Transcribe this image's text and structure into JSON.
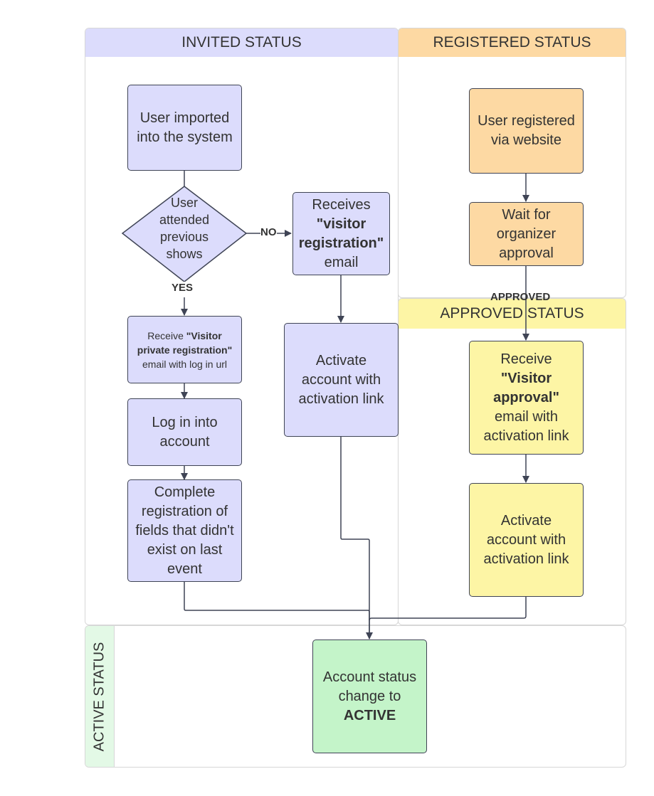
{
  "lanes": {
    "invited": "INVITED STATUS",
    "registered": "REGISTERED STATUS",
    "approved": "APPROVED STATUS",
    "active": "ACTIVE STATUS"
  },
  "nodes": {
    "user_imported": "User imported into the system",
    "attended_decision": "User attended previous shows",
    "receives_prefix": "Receives",
    "receives_bold": "\"visitor registration\"",
    "receives_suffix": "email",
    "private_prefix": "Receive",
    "private_bold": "\"Visitor private registration\"",
    "private_suffix": "email with log in url",
    "activate_invited": "Activate account with activation link",
    "log_in": "Log in into account",
    "complete_registration": "Complete registration of fields that didn't exist on last event",
    "user_registered": "User registered via website",
    "wait_approval": "Wait for organizer approval",
    "approval_prefix": "Receive",
    "approval_bold": "\"Visitor approval\"",
    "approval_suffix": "email  with activation link",
    "activate_approved": "Activate account with activation link",
    "active_prefix": "Account status change to",
    "active_bold": "ACTIVE"
  },
  "edge_labels": {
    "no": "NO",
    "yes": "YES",
    "approved": "APPROVED"
  },
  "colors": {
    "invited": "#dcdcfc",
    "registered": "#fdd9a3",
    "approved": "#fdf5a5",
    "active": "#c4f4c9"
  }
}
